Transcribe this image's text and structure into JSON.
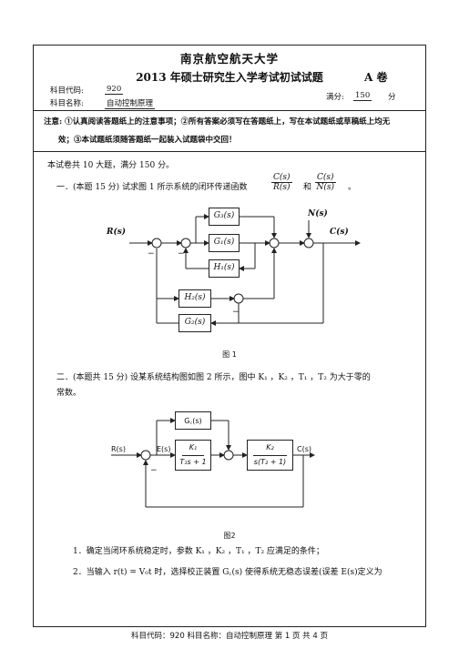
{
  "header": {
    "university": "南京航空航天大学",
    "exam_title": "2013 年硕士研究生入学考试初试试题",
    "paper_version": "A 卷",
    "code_label": "科目代码:",
    "code_value": "920",
    "name_label": "科目名称:",
    "name_value": "自动控制原理",
    "score_label": "满分:",
    "score_value": "150",
    "score_unit": "分"
  },
  "notice": {
    "line1": "注意: ①认真阅读答题纸上的注意事项；②所有答案必须写在答题纸上，写在本试题纸或草稿纸上均无",
    "line2": "效；③本试题纸须随答题纸一起装入试题袋中交回！"
  },
  "intro": "本试卷共 10 大题，满分 150 分。",
  "q1": {
    "text": "一．(本题 15 分) 试求图 1 所示系统的闭环传递函数",
    "frac1_num": "C(s)",
    "frac1_den": "R(s)",
    "and": "和",
    "frac2_num": "C(s)",
    "frac2_den": "N(s)",
    "end": "。",
    "figure_caption": "图 1",
    "blocks": {
      "g3": "G₃(s)",
      "g1": "G₁(s)",
      "h1": "H₁(s)",
      "h2": "H₂(s)",
      "g2": "G₂(s)"
    },
    "labels": {
      "input": "R(s)",
      "disturbance": "N(s)",
      "output": "C(s)",
      "minus": "−"
    }
  },
  "q2": {
    "text_line1": "二．(本题共 15 分) 设某系统结构图如图 2 所示，图中 K₁ ，K₂ ，T₁ ，T₂ 为大于零的",
    "text_line2": "常数。",
    "figure_caption": "图2",
    "blocks": {
      "gc": "G꜀(s)",
      "b1_num": "K₁",
      "b1_den": "T₁s + 1",
      "b2_num": "K₂",
      "b2_den": "s(T₂ + 1)"
    },
    "labels": {
      "input": "R(s)",
      "error": "E(s)",
      "output": "C(s)",
      "minus": "−"
    },
    "sub1": "1．确定当闭环系统稳定时，参数 K₁ ，K₂ ，T₁ ，T₂ 应满足的条件；",
    "sub2": "2．当输入 r(t) = V₀t 时，选择校正装置 G꜀(s) 使得系统无稳态误差(误差  E(s)定义为"
  },
  "footer": "科目代码：920 科目名称：自动控制原理  第 1 页  共 4 页"
}
